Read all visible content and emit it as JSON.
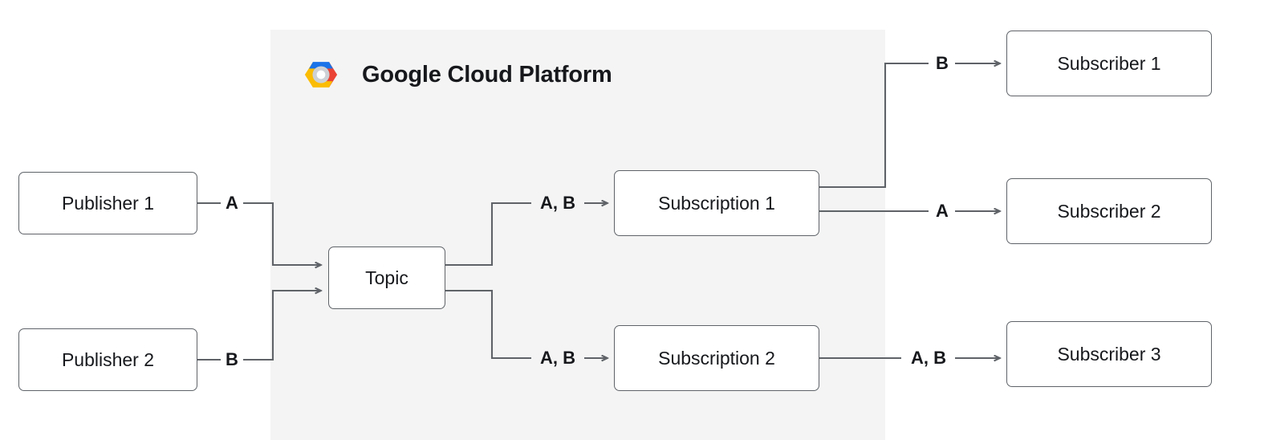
{
  "panel": {
    "title": "Google Cloud Platform",
    "logo_icon": "google-cloud-logo-icon",
    "background_color": "#f4f4f4",
    "colors": {
      "logo_blue": "#1a73e8",
      "logo_red": "#ea4335",
      "logo_yellow": "#fbbc04",
      "logo_grey": "#cdd1d5",
      "border": "#5f6368",
      "text": "#16181c"
    }
  },
  "nodes": {
    "publisher_1": "Publisher 1",
    "publisher_2": "Publisher 2",
    "topic": "Topic",
    "subscription_1": "Subscription 1",
    "subscription_2": "Subscription 2",
    "subscriber_1": "Subscriber 1",
    "subscriber_2": "Subscriber 2",
    "subscriber_3": "Subscriber 3"
  },
  "edge_labels": {
    "pub1_to_topic": "A",
    "pub2_to_topic": "B",
    "topic_to_sub1": "A, B",
    "topic_to_sub2": "A, B",
    "sub1_to_subscriber1": "B",
    "sub1_to_subscriber2": "A",
    "sub2_to_subscriber3": "A, B"
  },
  "diagram_data": {
    "type": "flow",
    "description": "Google Cloud Pub/Sub message fan-out diagram",
    "flows": [
      {
        "from": "Publisher 1",
        "to": "Topic",
        "label": "A"
      },
      {
        "from": "Publisher 2",
        "to": "Topic",
        "label": "B"
      },
      {
        "from": "Topic",
        "to": "Subscription 1",
        "label": "A, B"
      },
      {
        "from": "Topic",
        "to": "Subscription 2",
        "label": "A, B"
      },
      {
        "from": "Subscription 1",
        "to": "Subscriber 1",
        "label": "B"
      },
      {
        "from": "Subscription 1",
        "to": "Subscriber 2",
        "label": "A"
      },
      {
        "from": "Subscription 2",
        "to": "Subscriber 3",
        "label": "A, B"
      }
    ]
  }
}
